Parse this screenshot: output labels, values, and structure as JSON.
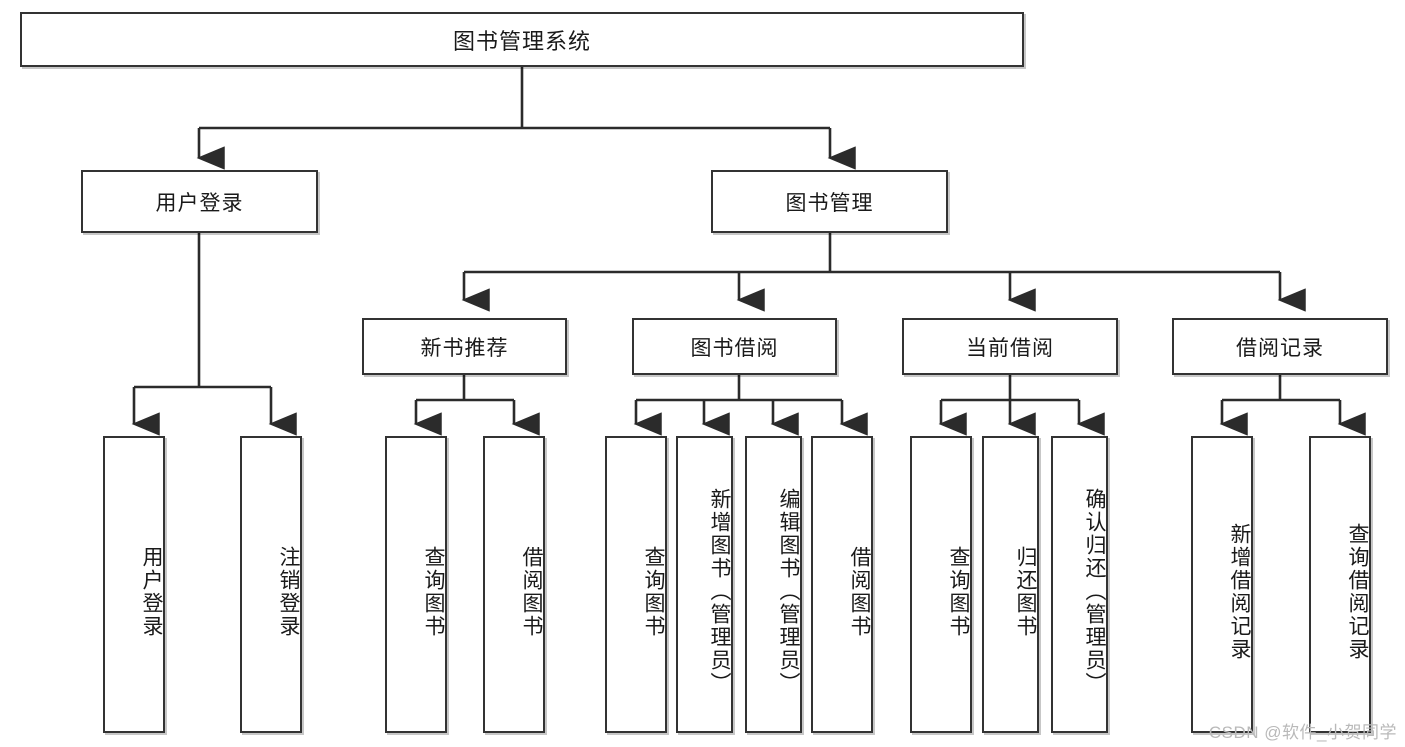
{
  "diagram": {
    "title": "图书管理系统",
    "type": "tree-hierarchy-diagram",
    "watermark": "CSDN @软件_小贺同学",
    "colors": {
      "box_border": "#333333",
      "box_fill": "#ffffff",
      "connector": "#2b2b2b",
      "text": "#1a1a1a",
      "watermark": "#b9b9b9"
    },
    "root": {
      "label": "图书管理系统"
    },
    "level1": [
      {
        "id": "user-login",
        "label": "用户登录"
      },
      {
        "id": "book-management",
        "label": "图书管理"
      }
    ],
    "level2": [
      {
        "id": "new-book-recommend",
        "label": "新书推荐"
      },
      {
        "id": "book-borrow",
        "label": "图书借阅"
      },
      {
        "id": "current-borrow",
        "label": "当前借阅"
      },
      {
        "id": "borrow-record",
        "label": "借阅记录"
      }
    ],
    "leaves": {
      "user_login": [
        {
          "id": "leaf-user-login",
          "label": "用户登录"
        },
        {
          "id": "leaf-logout-login",
          "label": "注销登录"
        }
      ],
      "new_book_recommend": [
        {
          "id": "leaf-query-book-1",
          "label": "查询图书"
        },
        {
          "id": "leaf-borrow-book-1",
          "label": "借阅图书"
        }
      ],
      "book_borrow": [
        {
          "id": "leaf-query-book-2",
          "label": "查询图书"
        },
        {
          "id": "leaf-add-book",
          "label": "新增图书（管理员）"
        },
        {
          "id": "leaf-edit-book",
          "label": "编辑图书（管理员）"
        },
        {
          "id": "leaf-borrow-book-2",
          "label": "借阅图书"
        }
      ],
      "current_borrow": [
        {
          "id": "leaf-query-book-3",
          "label": "查询图书"
        },
        {
          "id": "leaf-return-book",
          "label": "归还图书"
        },
        {
          "id": "leaf-confirm-return",
          "label": "确认归还（管理员）"
        }
      ],
      "borrow_record": [
        {
          "id": "leaf-add-record",
          "label": "新增借阅记录"
        },
        {
          "id": "leaf-query-record",
          "label": "查询借阅记录"
        }
      ]
    }
  }
}
